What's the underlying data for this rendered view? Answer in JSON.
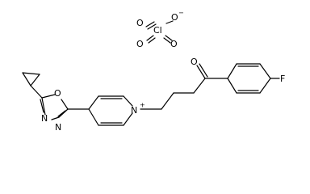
{
  "atoms": {
    "perchlorate_o_top_left": "O",
    "perchlorate_o_top_right": "O",
    "perchlorate_o_top_right_charge": "−",
    "perchlorate_cl": "Cl",
    "perchlorate_o_bottom_left": "O",
    "perchlorate_o_bottom_right": "O",
    "ketone_o": "O",
    "fluorine": "F",
    "oxadiazole_o": "O",
    "oxadiazole_n1": "N",
    "oxadiazole_n2": "N",
    "pyridinium_n": "N",
    "pyridinium_n_charge": "+"
  }
}
